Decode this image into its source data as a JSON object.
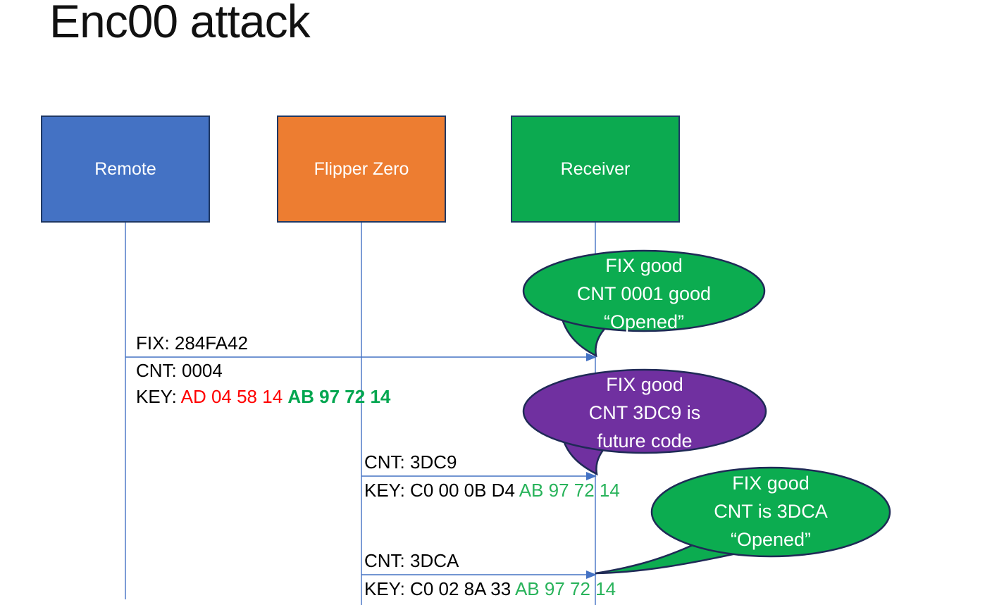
{
  "slide": {
    "title": "Enc00 attack"
  },
  "actors": {
    "remote": {
      "label": "Remote",
      "fill": "#4472C4",
      "border": "#1F3864"
    },
    "flipper": {
      "label": "Flipper Zero",
      "fill": "#ED7D31",
      "border": "#1F3864"
    },
    "receiver": {
      "label": "Receiver",
      "fill": "#0CAA50",
      "border": "#1F3864"
    }
  },
  "messages": {
    "m1": {
      "fix": "FIX: 284FA42",
      "cnt": "CNT: 0004",
      "key_prefix": "KEY: ",
      "key_red": "AD 04 58 14 ",
      "key_green": "AB 97 72 14",
      "red_color": "#FF0000",
      "green_color": "#00A64F"
    },
    "m2": {
      "cnt": "CNT: 3DC9",
      "key_prefix": "KEY: C0 00 0B D4 ",
      "key_green": "AB 97 72 14",
      "green_color": "#29B35B"
    },
    "m3": {
      "cnt": "CNT: 3DCA",
      "key_prefix": "KEY: C0 02 8A 33 ",
      "key_green": "AB 97 72 14",
      "green_color": "#29B35B"
    }
  },
  "callouts": {
    "c1": {
      "line1": "FIX good",
      "line2": "CNT 0001 good",
      "line3": "“Opened”",
      "fill": "#0CAC50",
      "border": "#1F2A56"
    },
    "c2": {
      "line1": "FIX good",
      "line2": "CNT 3DC9 is",
      "line3": "future code",
      "fill": "#7030A0",
      "border": "#1F2A56"
    },
    "c3": {
      "line1": "FIX good",
      "line2": "CNT is 3DCA",
      "line3": "“Opened”",
      "fill": "#0CAC50",
      "border": "#1F2A56"
    }
  },
  "connector_color": "#4472C4"
}
